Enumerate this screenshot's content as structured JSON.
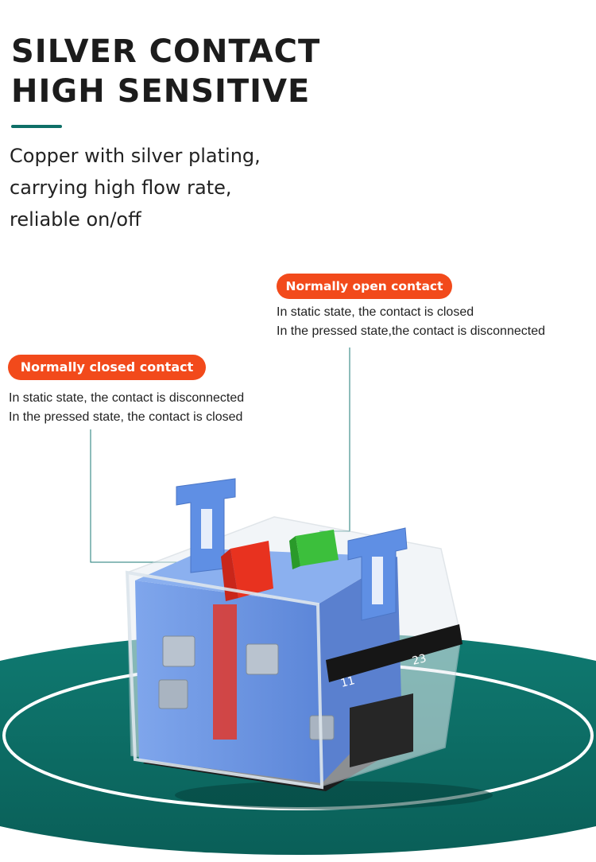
{
  "heading": {
    "line1": "SILVER CONTACT",
    "line2": "HIGH SENSITIVE"
  },
  "description": {
    "line1": "Copper with silver plating,",
    "line2": "carrying high flow rate,",
    "line3": "reliable on/off"
  },
  "normally_open": {
    "label": "Normally open contact",
    "line1": "In static state, the contact is closed",
    "line2": "In the pressed state,the contact is disconnected"
  },
  "normally_closed": {
    "label": "Normally closed contact",
    "line1": "In static state, the contact is disconnected",
    "line2": "In the pressed state, the contact is closed"
  },
  "product": {
    "terminal_left": "11",
    "terminal_right": "23"
  },
  "colors": {
    "accent_teal": "#0e6f67",
    "pill_orange": "#f24a1b",
    "body_blue": "#6a95e0",
    "nc_red": "#e8321f",
    "no_green": "#3cbf3c"
  }
}
